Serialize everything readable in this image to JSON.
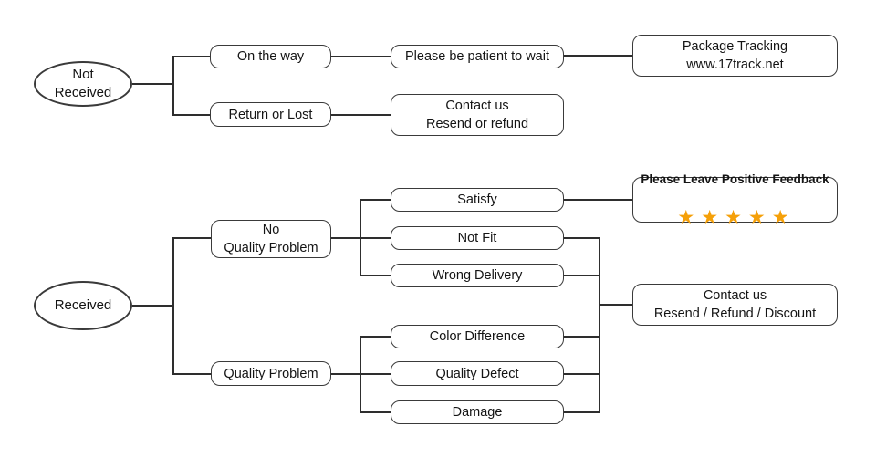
{
  "colors": {
    "line": "#2e2e2e",
    "border": "#3a3a3a",
    "star": "#F5A009",
    "background": "#ffffff"
  },
  "nodes": {
    "not_received": "Not\nReceived",
    "on_the_way": "On the way",
    "return_or_lost": "Return or Lost",
    "please_be_patient": "Please be patient to wait",
    "package_tracking": "Package Tracking\nwww.17track.net",
    "contact_resend_refund": "Contact us\nResend or refund",
    "received": "Received",
    "no_quality_problem": "No\nQuality Problem",
    "quality_problem": "Quality Problem",
    "satisfy": "Satisfy",
    "not_fit": "Not Fit",
    "wrong_delivery": "Wrong Delivery",
    "color_difference": "Color Difference",
    "quality_defect": "Quality Defect",
    "damage": "Damage",
    "feedback_label": "Please Leave Positive Feedback",
    "feedback_stars": "★★★★★",
    "contact_resend_refund_discount": "Contact us\nResend / Refund / Discount"
  }
}
